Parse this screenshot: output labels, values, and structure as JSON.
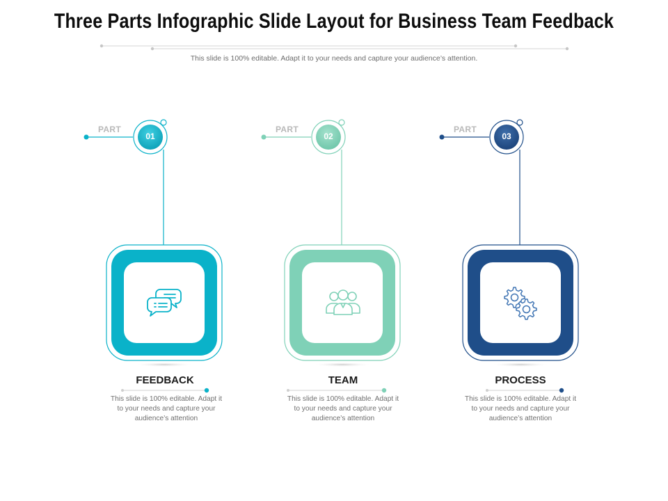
{
  "slide": {
    "title": "Three Parts Infographic Slide Layout for Business Team Feedback",
    "subtitle": "This slide is 100% editable. Adapt it to your needs and capture your audience’s attention."
  },
  "parts": [
    {
      "part_label": "PART",
      "number": "01",
      "title": "FEEDBACK",
      "description": "This slide is 100% editable. Adapt it to your needs and capture your audience’s attention",
      "color": "#0ab2c9",
      "icon": "chat-bubbles-icon"
    },
    {
      "part_label": "PART",
      "number": "02",
      "title": "TEAM",
      "description": "This slide is 100% editable. Adapt it to your needs and capture your audience’s attention",
      "color": "#7fd1b7",
      "icon": "team-people-icon"
    },
    {
      "part_label": "PART",
      "number": "03",
      "title": "PROCESS",
      "description": "This slide is 100% editable. Adapt it to your needs and capture your audience’s attention",
      "color": "#1f4e89",
      "icon": "gears-icon"
    }
  ]
}
